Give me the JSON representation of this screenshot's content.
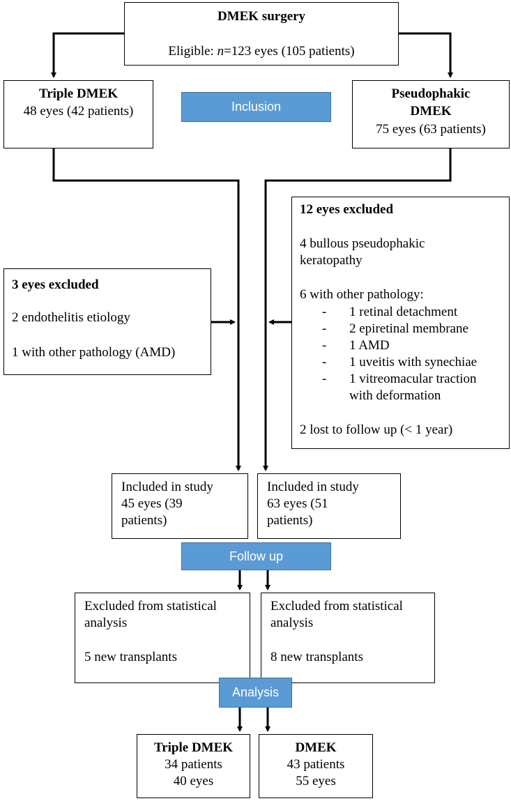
{
  "top": {
    "title": "DMEK surgery",
    "eligible_prefix": "Eligible: ",
    "eligible_n": "n",
    "eligible_rest": "=123 eyes (105 patients)"
  },
  "left_arm": {
    "title": "Triple DMEK",
    "count": "48 eyes (42 patients)"
  },
  "right_arm": {
    "title_line1": "Pseudophakic",
    "title_line2": "DMEK",
    "count": "75 eyes (63 patients)"
  },
  "stages": {
    "inclusion": "Inclusion",
    "follow_up": "Follow up",
    "analysis": "Analysis"
  },
  "left_excluded": {
    "title": "3 eyes excluded",
    "line1": "2 endothelitis etiology",
    "line2": "1 with other pathology (AMD)"
  },
  "right_excluded": {
    "title": "12 eyes excluded",
    "line1a": "4 bullous pseudophakic",
    "line1b": "keratopathy",
    "line2": "6 with other pathology:",
    "items": [
      "1 retinal detachment",
      "2 epiretinal membrane",
      "1 AMD",
      "1 uveitis with synechiae",
      "1 vitreomacular traction"
    ],
    "item_cont": "with deformation",
    "line3": "2 lost to follow up (< 1 year)"
  },
  "left_included": {
    "line1": "Included in study",
    "line2": "45 eyes (39",
    "line3": "patients)"
  },
  "right_included": {
    "line1": "Included in study",
    "line2": "63 eyes (51",
    "line3": "patients)"
  },
  "left_stat_excl": {
    "line1": "Excluded from statistical",
    "line2": "analysis",
    "line3": "5 new transplants"
  },
  "right_stat_excl": {
    "line1": "Excluded from statistical",
    "line2": "analysis",
    "line3": "8 new transplants"
  },
  "left_final": {
    "title": "Triple DMEK",
    "line1": "34 patients",
    "line2": "40 eyes"
  },
  "right_final": {
    "title": "DMEK",
    "line1": "43 patients",
    "line2": "55 eyes"
  }
}
